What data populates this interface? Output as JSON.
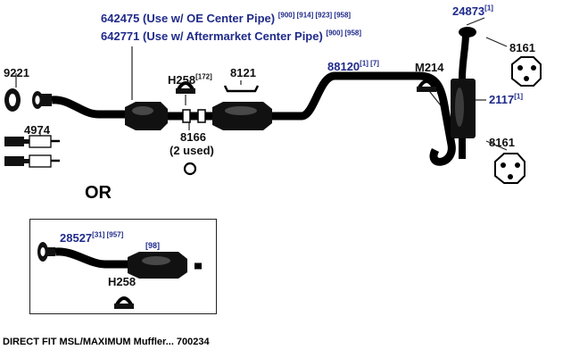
{
  "diagram": {
    "parts": {
      "p642475": {
        "number": "642475",
        "text": " (Use w/ OE Center Pipe)",
        "refs": "[900] [914] [923] [958]"
      },
      "p642771": {
        "number": "642771",
        "text": " (Use w/ Aftermarket Center Pipe)",
        "refs": "[900] [958]"
      },
      "p24873": {
        "number": "24873",
        "refs": "[1]"
      },
      "p8161_top": {
        "number": "8161"
      },
      "p8161_bottom": {
        "number": "8161"
      },
      "p9221": {
        "number": "9221"
      },
      "pH258_main": {
        "number": "H258",
        "refs": "[172]"
      },
      "p8121": {
        "number": "8121"
      },
      "p88120": {
        "number": "88120",
        "refs": "[1] [7]"
      },
      "pM214": {
        "number": "M214"
      },
      "p2117": {
        "number": "2117",
        "refs": "[1]"
      },
      "p4974": {
        "number": "4974"
      },
      "p8166": {
        "number": "8166",
        "note": "(2 used)"
      }
    },
    "or_label": "OR",
    "inset": {
      "p28527": {
        "number": "28527",
        "refs": "[31] [957]"
      },
      "ref98": "[98]",
      "pH258": {
        "number": "H258"
      }
    },
    "footer": "DIRECT FIT MSL/MAXIMUM Muffler... 700234"
  }
}
